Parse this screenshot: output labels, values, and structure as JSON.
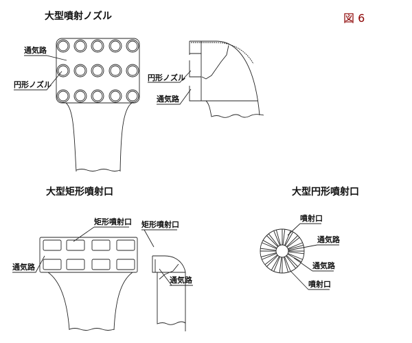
{
  "figure_label": "図 6",
  "colors": {
    "figure_label": "#8b0000",
    "lines": "#222222"
  },
  "section1": {
    "title": "大型噴射ノズル",
    "front_labels": {
      "air_passage": "通気路",
      "circular_nozzle": "円形ノズル"
    },
    "side_labels": {
      "circular_nozzle": "円形ノズル",
      "air_passage": "通気路"
    }
  },
  "section2": {
    "title": "大型矩形噴射口",
    "front_labels": {
      "rect_outlet": "矩形噴射口",
      "air_passage": "通気路"
    },
    "side_labels": {
      "rect_outlet": "矩形噴射口",
      "air_passage": "通気路"
    }
  },
  "section3": {
    "title": "大型円形噴射口",
    "labels": {
      "outlet_top": "噴射口",
      "air_passage_1": "通気路",
      "air_passage_2": "通気路",
      "outlet_bottom": "噴射口"
    }
  }
}
